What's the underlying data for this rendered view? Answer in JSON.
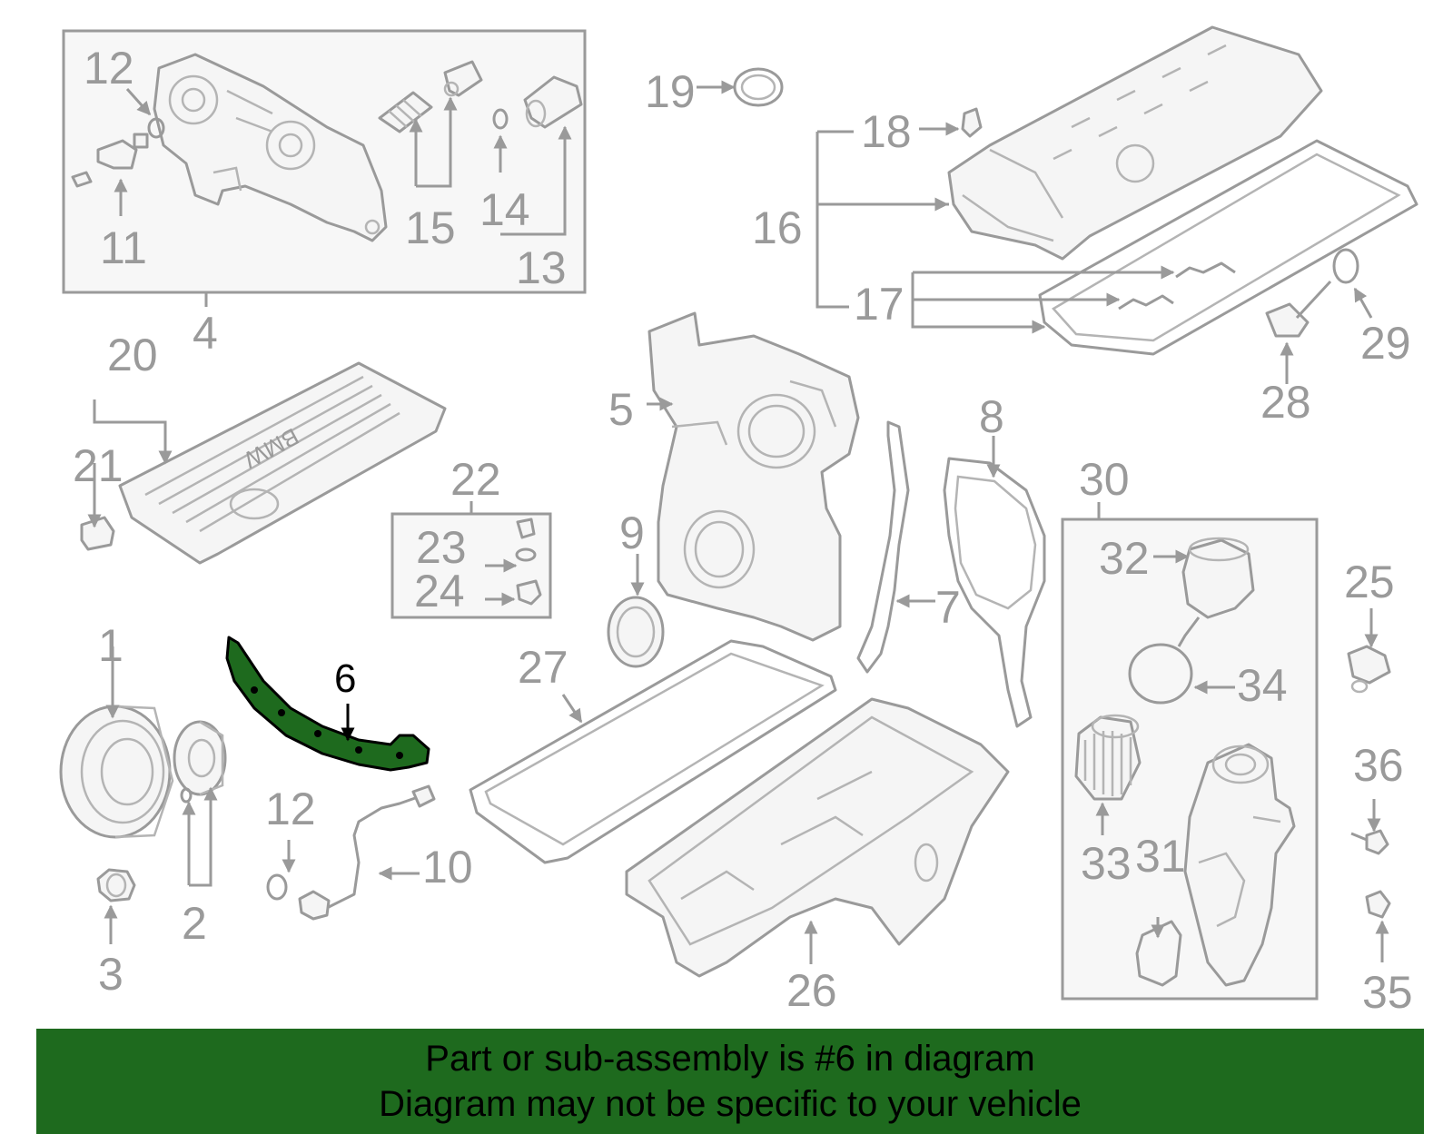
{
  "callouts": {
    "c1": "1",
    "c2": "2",
    "c3": "3",
    "c4": "4",
    "c5": "5",
    "c6": "6",
    "c7": "7",
    "c8": "8",
    "c9": "9",
    "c10": "10",
    "c11": "11",
    "c12a": "12",
    "c12b": "12",
    "c13": "13",
    "c14": "14",
    "c15": "15",
    "c16": "16",
    "c17": "17",
    "c18": "18",
    "c19": "19",
    "c20": "20",
    "c21": "21",
    "c22": "22",
    "c23": "23",
    "c24": "24",
    "c25": "25",
    "c26": "26",
    "c27": "27",
    "c28": "28",
    "c29": "29",
    "c30": "30",
    "c31": "31",
    "c32": "32",
    "c33": "33",
    "c34": "34",
    "c35": "35",
    "c36": "36"
  },
  "logo_text": "BMW",
  "banner": {
    "line1": "Part or sub-assembly is #6 in diagram",
    "line2": "Diagram may not be specific to your vehicle"
  },
  "colors": {
    "highlight_fill": "#1e6a1e",
    "highlight_stroke": "#000000",
    "part_stroke": "#9a9a9a",
    "banner_bg": "#1e6a1e"
  }
}
